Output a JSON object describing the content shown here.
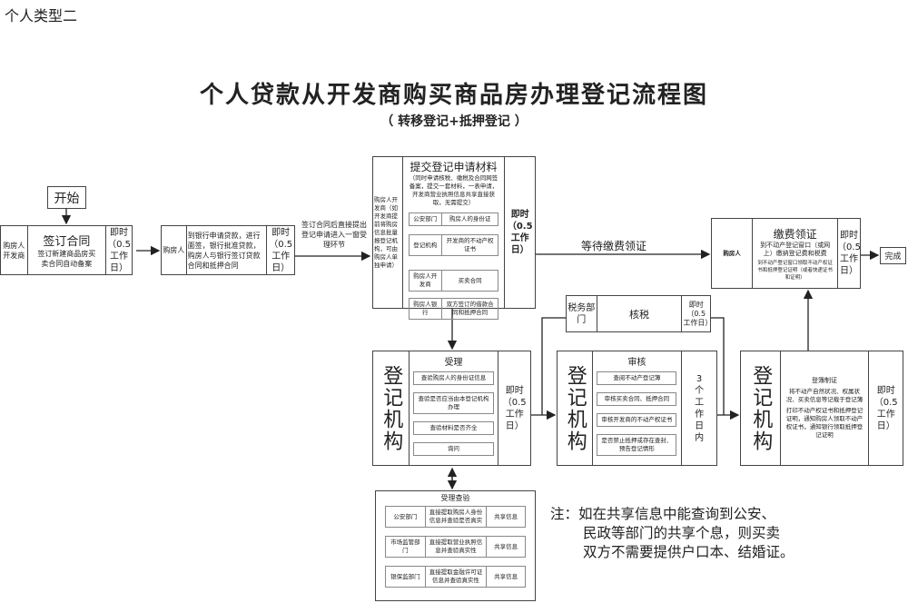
{
  "page_label": "个人类型二",
  "title": "个人贷款从开发商购买商品房办理登记流程图",
  "subtitle": "（ 转移登记+抵押登记 ）",
  "start": "开始",
  "step1": {
    "actor": "购房人\n开发商",
    "heading": "签订合同",
    "body": "签订新建商品房买卖合同自动备案",
    "time": "即时（0.5工作日）"
  },
  "step2": {
    "actor": "购房人",
    "body": "到银行申请贷款，进行面签，银行批准贷款，购房人与银行签订贷款合同和抵押合同",
    "time": "即时（0.5工作日）"
  },
  "arrow2_label": "签订合同后直接提出登记申请进入一窗受理环节",
  "step3": {
    "actor": "购房人开发商（如开发商提前将购房信息批量报登记机构，可由购房人单独申请）",
    "heading": "提交登记申请材料",
    "note": "（同时申请核税、缴税及合同网签备案，提交一套材料，一表申请，开发商营业执照信息共享直接获取，无需提交）",
    "items": [
      [
        "公安部门",
        "购房人的身份证"
      ],
      [
        "登记机构",
        "开发商的不动产权证书"
      ],
      [
        "购房人开发商",
        "买卖合同"
      ],
      [
        "购房人银行",
        "双方签订的借款合同和抵押合同"
      ]
    ],
    "time": "即时（0.5工作日）"
  },
  "arrow3_label": "等待缴费领证",
  "step_fee": {
    "actor": "购房人",
    "heading": "缴费领证",
    "body1": "到不动产登记窗口（或网上）缴纳登记费和税费",
    "body2": "到不动产登记窗口领取不动产权证书和抵押登记证明（或者快递证书和证明）",
    "time": "即时（0.5工作日）"
  },
  "finish": "完成",
  "accept": {
    "actor": "登记机构",
    "heading": "受理",
    "items": [
      "查验购房人的身份证信息",
      "查验是否应当由本登记机构办理",
      "查验材料是否齐全",
      "询问"
    ],
    "time": "即时（0.5工作日）"
  },
  "tax": {
    "actor": "税务部门",
    "heading": "核税",
    "time": "即时（0.5工作日）"
  },
  "review": {
    "actor": "登记机构",
    "heading": "审核",
    "items": [
      "查阅不动产登记簿",
      "审核买卖合同、抵押合同",
      "审核开发商的不动产权证书",
      "是否禁止抵押或存在查封、预告登记情形"
    ],
    "time": "3个工作日内"
  },
  "register": {
    "actor": "登记机构",
    "heading": "登簿制证",
    "body1": "将不动产自然状况、权属状况、买卖信息等记载于登记簿",
    "body2": "打印不动产权证书和抵押登记证明，通知购房人领取不动产权证书，通知银行领取抵押登记证明",
    "time": "即时（0.5工作日）"
  },
  "check": {
    "heading": "受理查验",
    "rows": [
      [
        "公安部门",
        "直接提取购房人身份信息并查验是否真实",
        "共享信息"
      ],
      [
        "市场监管部门",
        "直接提取营业执照信息并查验真实性",
        "共享信息"
      ],
      [
        "银保监部门",
        "直接提取金融许可证信息并查验真实性",
        "共享信息"
      ]
    ]
  },
  "note": {
    "line1": "注：如在共享信息中能查询到公安、",
    "line2": "民政等部门的共享个息，则买卖",
    "line3": "双方不需要提供户口本、结婚证。"
  }
}
